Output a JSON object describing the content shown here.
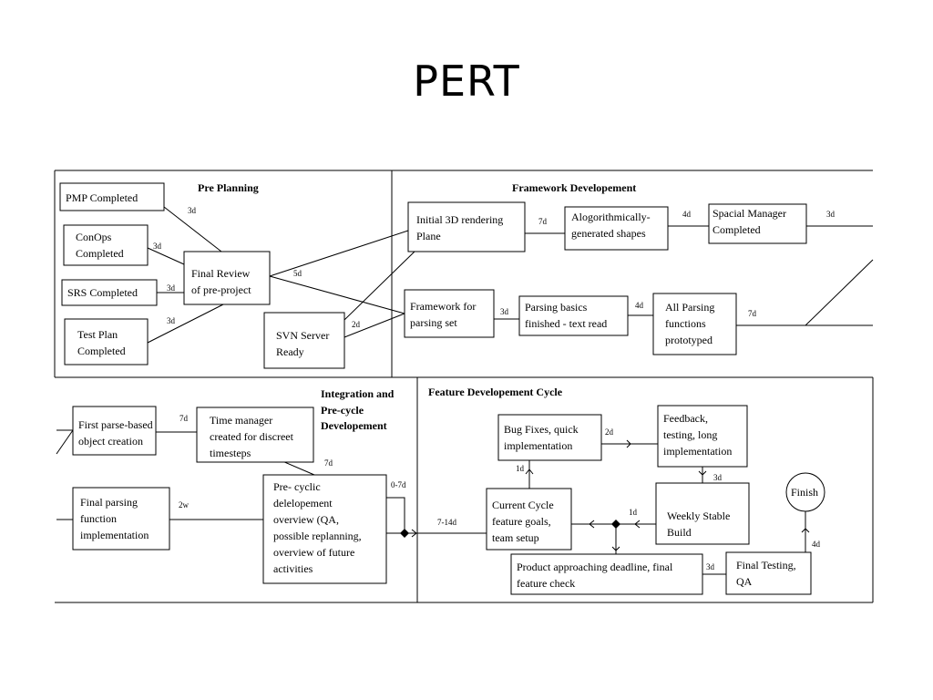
{
  "slide": {
    "title": "PERT"
  },
  "sections": {
    "pre_planning": "Pre Planning",
    "framework": "Framework Developement",
    "integration": [
      "Integration and",
      "Pre-cycle",
      "Developement"
    ],
    "feature_cycle": "Feature Developement Cycle"
  },
  "nodes": {
    "pmp": [
      "PMP Completed"
    ],
    "conops": [
      "ConOps",
      "Completed"
    ],
    "srs": [
      "SRS Completed"
    ],
    "testplan": [
      "Test Plan",
      "Completed"
    ],
    "finalreview": [
      "Final Review",
      "of pre-project"
    ],
    "svn": [
      "SVN Server",
      "Ready"
    ],
    "init3d": [
      "Initial 3D rendering",
      "Plane"
    ],
    "algo": [
      "Alogorithmically-",
      "generated shapes"
    ],
    "spacial": [
      "Spacial Manager",
      "Completed"
    ],
    "framework": [
      "Framework for",
      "parsing set"
    ],
    "parsebasic": [
      "Parsing basics",
      "finished - text read"
    ],
    "allparse": [
      "All Parsing",
      "functions",
      "prototyped"
    ],
    "firstparse": [
      "First parse-based",
      "object creation"
    ],
    "timemgr": [
      "Time manager",
      "created for discreet",
      "timesteps"
    ],
    "finalparse": [
      "Final parsing",
      "function",
      "implementation"
    ],
    "precyclic": [
      "Pre- cyclic",
      "delelopement",
      "overview (QA,",
      "possible replanning,",
      "overview of future",
      "activities"
    ],
    "bugfix": [
      "Bug Fixes, quick",
      "implementation"
    ],
    "feedback": [
      "Feedback,",
      "testing, long",
      "implementation"
    ],
    "current": [
      "Current Cycle",
      "feature goals,",
      "team setup"
    ],
    "weekly": [
      "Weekly Stable",
      "Build"
    ],
    "finish": [
      "Finish"
    ],
    "approach": [
      "Product approaching deadline, final",
      "feature check"
    ],
    "finaltest": [
      "Final Testing,",
      "QA"
    ]
  },
  "edges": {
    "pmp_review": "3d",
    "conops_review": "3d",
    "srs_review": "3d",
    "test_review": "3d",
    "review_out": "5d",
    "svn_out": "2d",
    "init_algo": "7d",
    "algo_spacial": "4d",
    "spacial_out": "3d",
    "frame_parse": "3d",
    "parse_all": "4d",
    "all_out": "7d",
    "first_time": "7d",
    "time_pre": "7d",
    "final_pre": "2w",
    "pre_loop": "0-7d",
    "pre_current": "7-14d",
    "current_bug": "1d",
    "bug_feedback": "2d",
    "feedback_weekly": "3d",
    "weekly_current": "1d",
    "approach_final": "3d",
    "final_finish": "4d"
  }
}
